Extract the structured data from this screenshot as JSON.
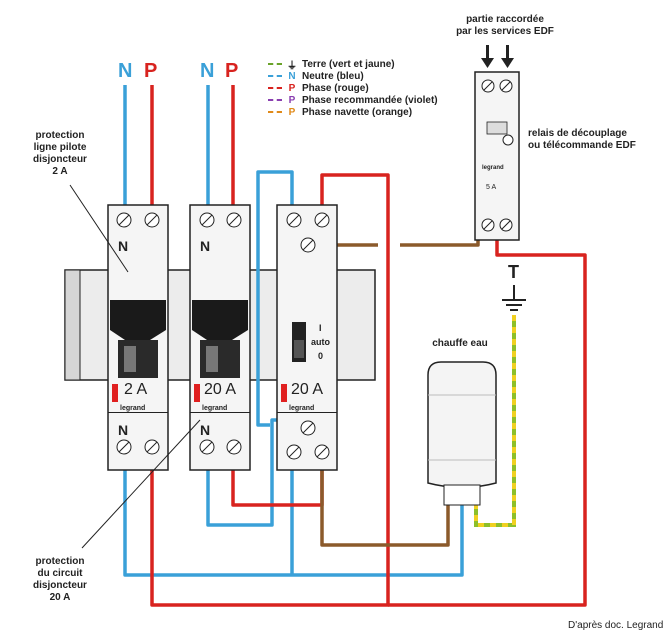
{
  "colors": {
    "neutral": "#3aa0d8",
    "phase": "#d8231f",
    "earth_green": "#8dbf2a",
    "earth_yellow": "#f0d020",
    "violet": "#8a3fb0",
    "navette": "#8b5a2b",
    "navette_legend": "#e08a1a",
    "din_rail": "#ededed",
    "module": "#f5f5f5",
    "black_part": "#1a1a1a",
    "legrand_red": "#e02020"
  },
  "supply_labels": {
    "left_n": "N",
    "left_p": "P",
    "right_n": "N",
    "right_p": "P"
  },
  "legend": {
    "items": [
      {
        "symbol": "⏚",
        "text": "Terre (vert et jaune)",
        "color": "#6aa32a"
      },
      {
        "symbol": "N",
        "text": "Neutre (bleu)",
        "color": "#3aa0d8"
      },
      {
        "symbol": "P",
        "text": "Phase (rouge)",
        "color": "#d8231f"
      },
      {
        "symbol": "P",
        "text": "Phase recommandée (violet)",
        "color": "#8a3fb0"
      },
      {
        "symbol": "P",
        "text": "Phase navette (orange)",
        "color": "#e08a1a"
      }
    ]
  },
  "annotations": {
    "edf": "partie raccordée\npar les services EDF",
    "relay": "relais de découplage\nou télécommande EDF",
    "pilot": "protection\nligne pilote\ndisjoncteur\n2 A",
    "circuit": "protection\ndu circuit\ndisjoncteur\n20 A",
    "water_heater": "chauffe eau",
    "earth_symbol": "T",
    "credit": "D'après doc. Legrand"
  },
  "breakers": [
    {
      "rating": "2 A",
      "top": "N",
      "bottom": "N",
      "brand": "legrand"
    },
    {
      "rating": "20 A",
      "top": "N",
      "bottom": "N",
      "brand": "legrand"
    }
  ],
  "contactor": {
    "rating": "20 A",
    "brand": "legrand",
    "switch_labels": [
      "I",
      "auto",
      "0"
    ]
  },
  "relay_device": {
    "brand": "legrand",
    "rating": "5 A"
  }
}
